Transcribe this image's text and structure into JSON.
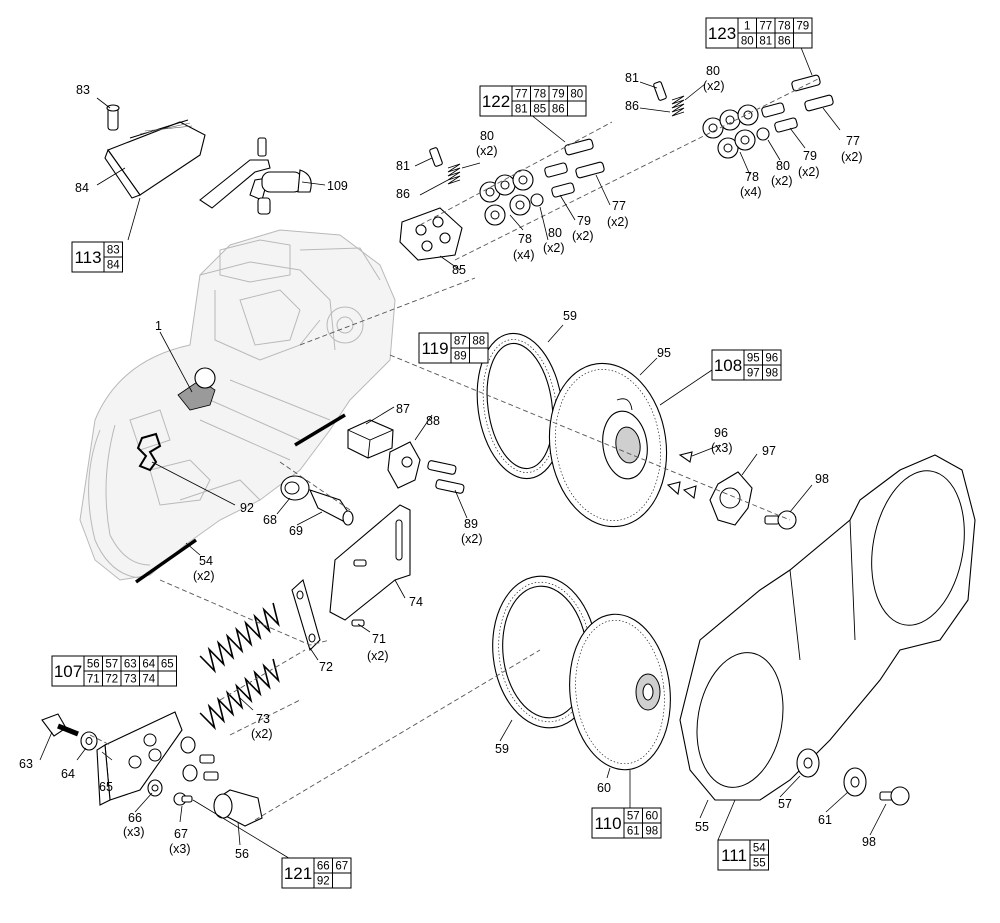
{
  "callouts": {
    "c1": "1",
    "c54": "54",
    "c54x": "(x2)",
    "c55": "55",
    "c56": "56",
    "c57": "57",
    "c59a": "59",
    "c59b": "59",
    "c60": "60",
    "c61": "61",
    "c63": "63",
    "c64": "64",
    "c65": "65",
    "c66": "66",
    "c66x": "(x3)",
    "c67": "67",
    "c67x": "(x3)",
    "c68": "68",
    "c69": "69",
    "c71": "71",
    "c71x": "(x2)",
    "c72": "72",
    "c73": "73",
    "c73x": "(x2)",
    "c74": "74",
    "c77a": "77",
    "c77ax": "(x2)",
    "c77b": "77",
    "c77bx": "(x2)",
    "c78a": "78",
    "c78ax": "(x4)",
    "c78b": "78",
    "c78bx": "(x4)",
    "c79a": "79",
    "c79ax": "(x2)",
    "c79b": "79",
    "c79bx": "(x2)",
    "c80a": "80",
    "c80ax": "(x2)",
    "c80b": "80",
    "c80bx": "(x2)",
    "c80c": "80",
    "c80cx": "(x2)",
    "c80d": "80",
    "c80dx": "(x2)",
    "c81a": "81",
    "c81b": "81",
    "c83": "83",
    "c84": "84",
    "c85": "85",
    "c86a": "86",
    "c86b": "86",
    "c87": "87",
    "c88": "88",
    "c89": "89",
    "c89x": "(x2)",
    "c92": "92",
    "c95": "95",
    "c96": "96",
    "c96x": "(x3)",
    "c97": "97",
    "c98a": "98",
    "c98b": "98",
    "c109": "109"
  },
  "kits": {
    "k107": {
      "id": "107",
      "items": [
        "56",
        "57",
        "63",
        "64",
        "65",
        "71",
        "72",
        "73",
        "74",
        ""
      ]
    },
    "k108": {
      "id": "108",
      "items": [
        "95",
        "96",
        "97",
        "98"
      ]
    },
    "k110": {
      "id": "110",
      "items": [
        "57",
        "60",
        "61",
        "98"
      ]
    },
    "k111": {
      "id": "111",
      "items": [
        "54",
        "55"
      ]
    },
    "k113": {
      "id": "113",
      "items": [
        "83",
        "84"
      ]
    },
    "k119": {
      "id": "119",
      "items": [
        "87",
        "88",
        "89",
        ""
      ]
    },
    "k121": {
      "id": "121",
      "items": [
        "66",
        "67",
        "92",
        ""
      ]
    },
    "k122": {
      "id": "122",
      "items": [
        "77",
        "78",
        "79",
        "80",
        "81",
        "85",
        "86",
        ""
      ]
    },
    "k123": {
      "id": "123",
      "items": [
        "1",
        "77",
        "78",
        "79",
        "80",
        "81",
        "86",
        ""
      ]
    }
  }
}
